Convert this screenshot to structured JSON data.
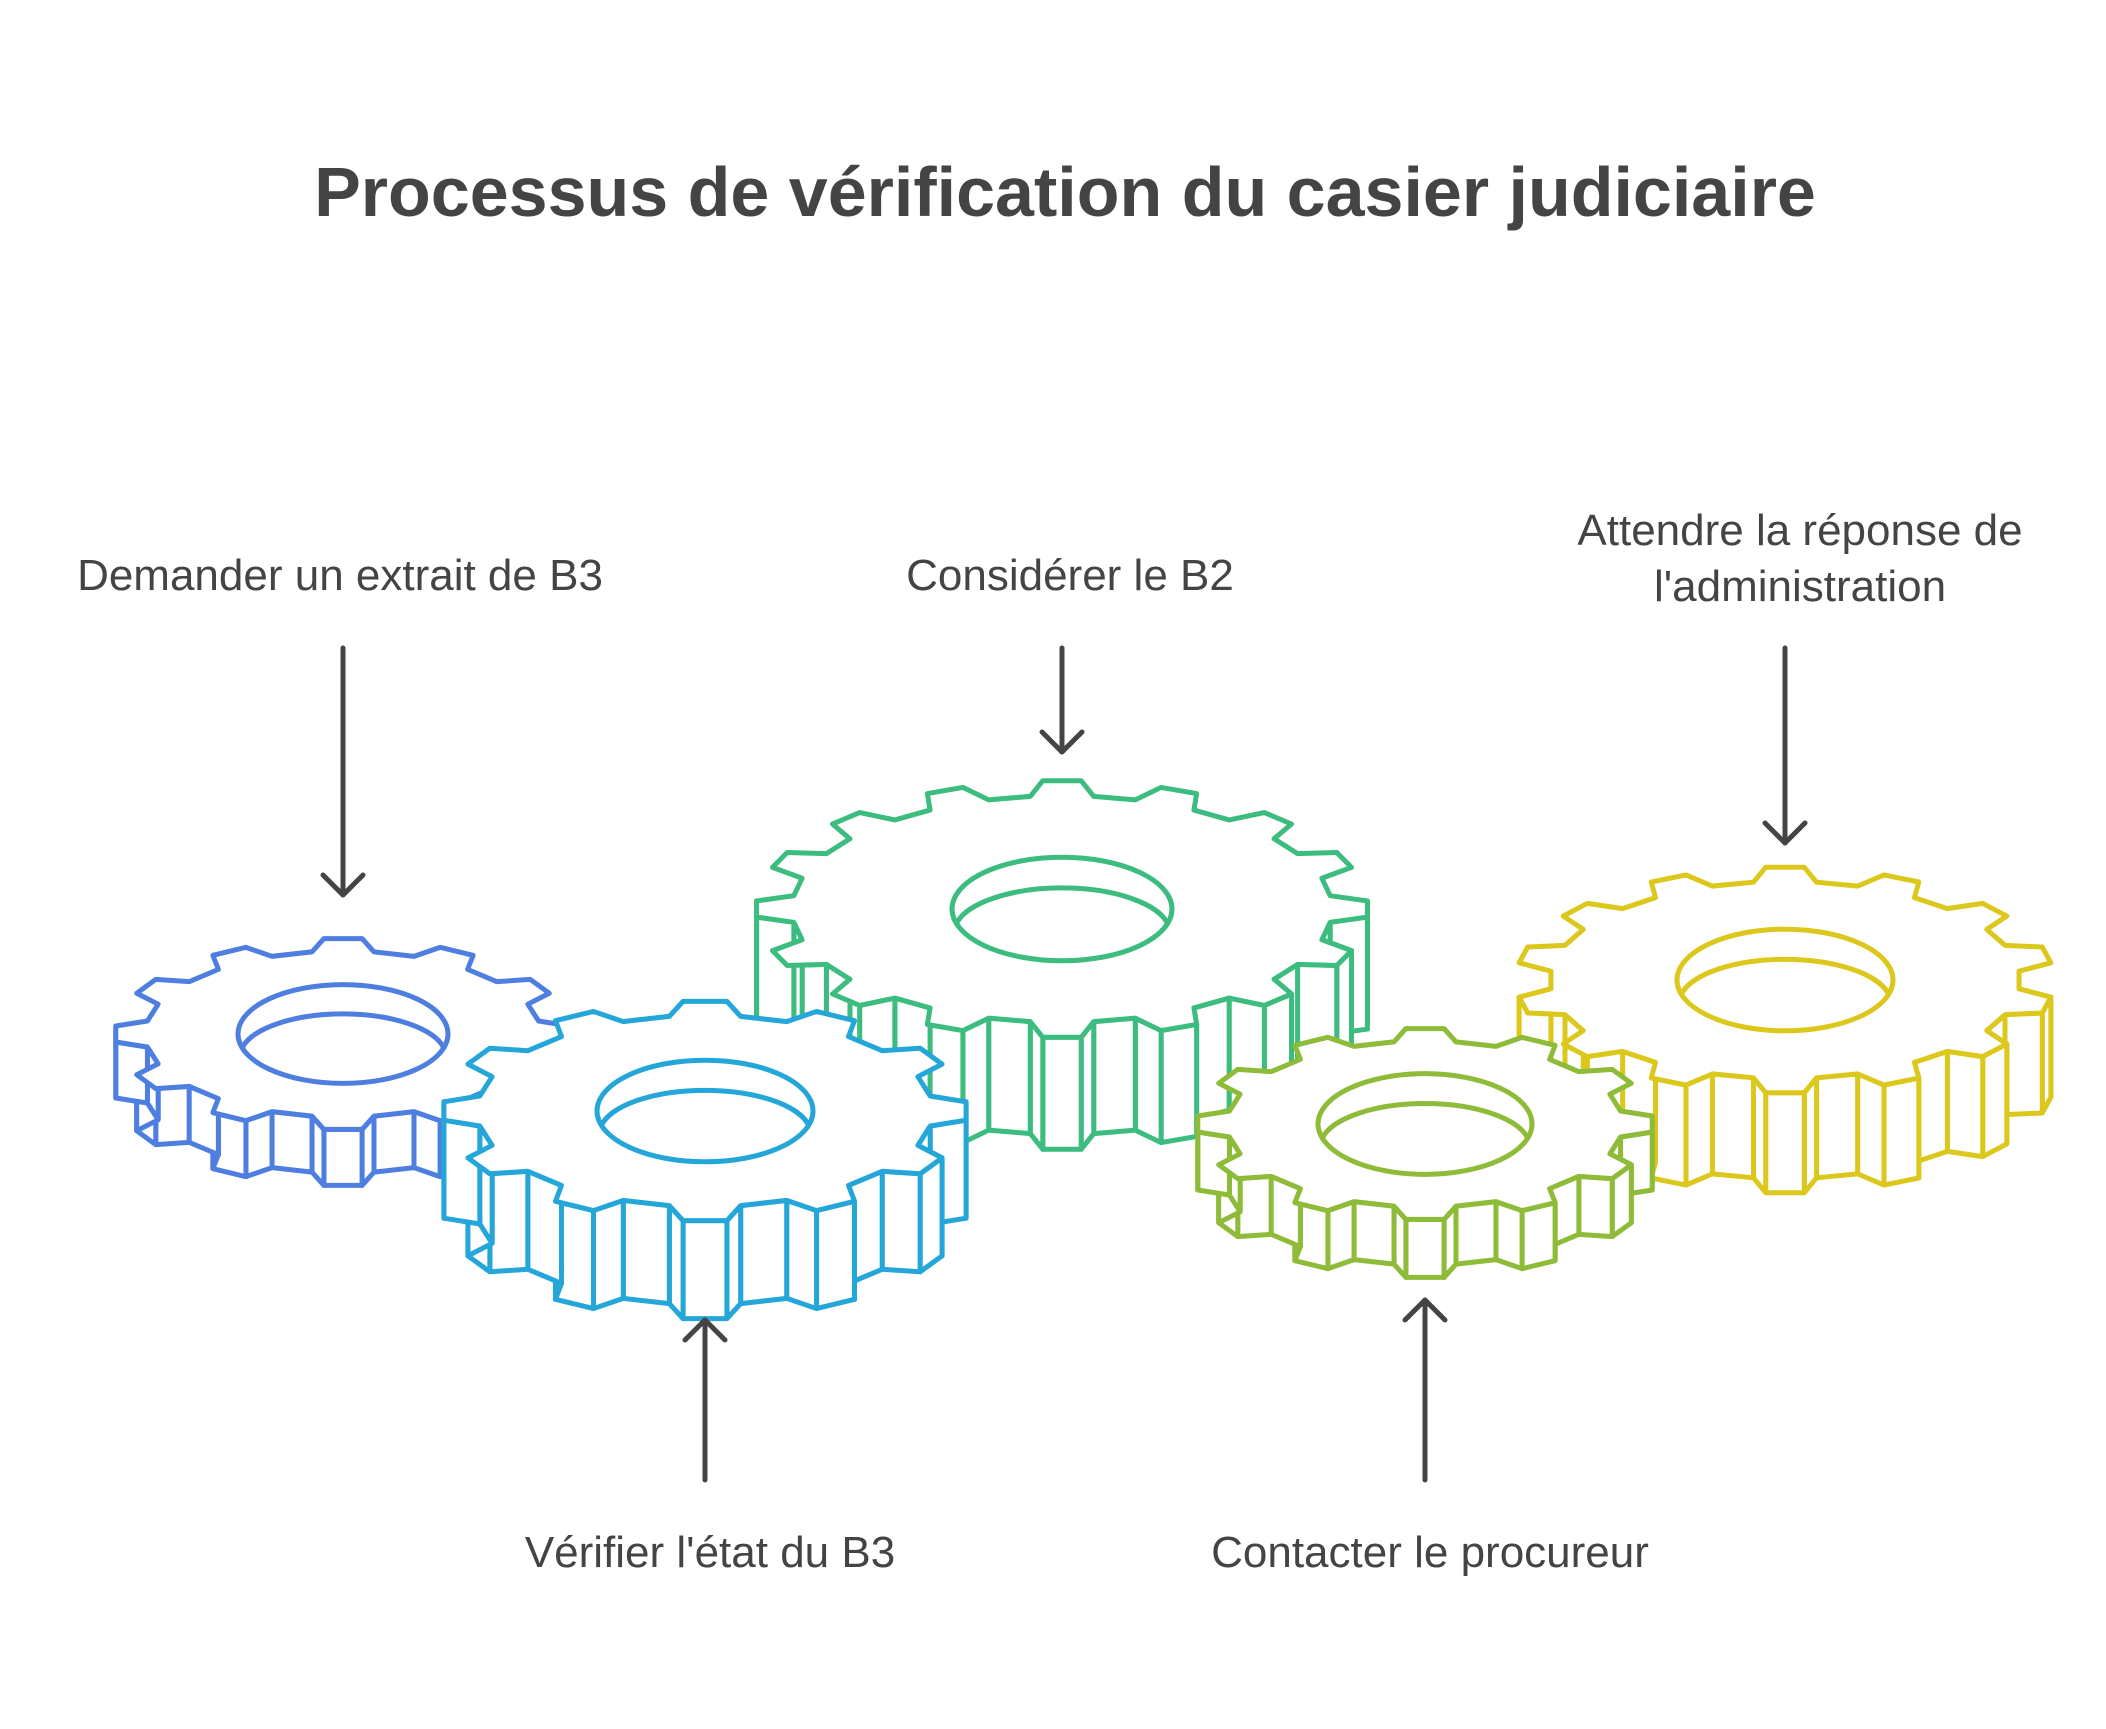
{
  "title": "Processus de vérification du casier judiciaire",
  "steps": [
    {
      "label": "Demander un extrait de B3",
      "color": "#4E7FE0",
      "arrow": "down"
    },
    {
      "label": "Vérifier l'état du B3",
      "color": "#24A6D8",
      "arrow": "up"
    },
    {
      "label": "Considérer le B2",
      "color": "#3CBC7E",
      "arrow": "down"
    },
    {
      "label": "Contacter le procureur",
      "color": "#8EBB38",
      "arrow": "up"
    },
    {
      "label": "Attendre la réponse de",
      "label_line2": "l'administration",
      "color": "#DCC81C",
      "arrow": "down"
    }
  ],
  "colors": {
    "text": "#444444",
    "arrow": "#444444",
    "background": "#FFFFFF"
  },
  "icons": [
    "gear-icon",
    "arrow-down-icon",
    "arrow-up-icon"
  ]
}
